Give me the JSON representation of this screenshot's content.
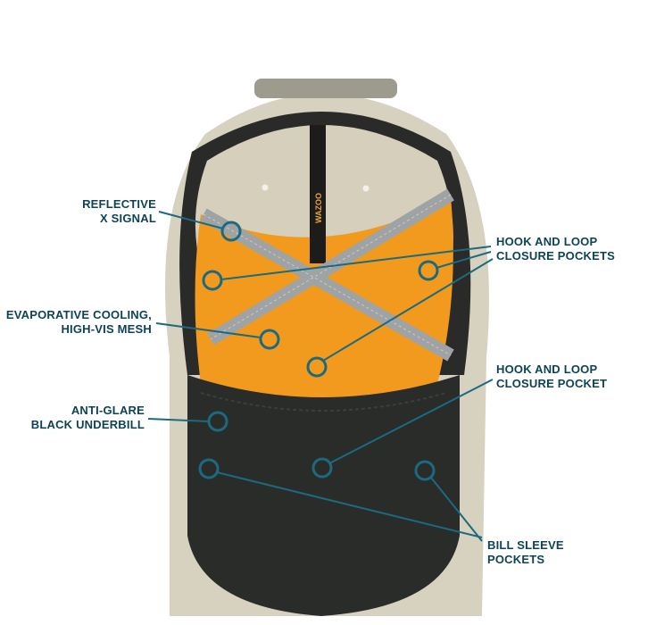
{
  "colors": {
    "label": "#0e4356",
    "callout": "#1b6a80",
    "mesh": "#f29a1e",
    "bill": "#2a2c29",
    "crown": "#d9d3c2"
  },
  "callouts": [
    {
      "line1": "REFLECTIVE",
      "line2": "X SIGNAL"
    },
    {
      "line1": "HOOK AND LOOP",
      "line2": "CLOSURE POCKETS"
    },
    {
      "line1": "EVAPORATIVE COOLING,",
      "line2": "HIGH-VIS MESH"
    },
    {
      "line1": "HOOK AND LOOP",
      "line2": "CLOSURE POCKET"
    },
    {
      "line1": "ANTI-GLARE",
      "line2": "BLACK UNDERBILL"
    },
    {
      "line1": "BILL SLEEVE",
      "line2": "POCKETS"
    }
  ],
  "strap_logo": "WAZOO"
}
